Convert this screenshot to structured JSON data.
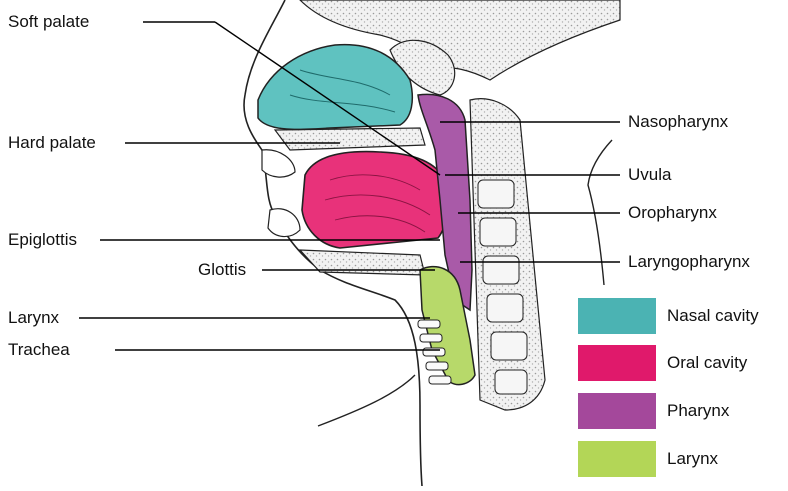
{
  "labels": {
    "soft_palate": "Soft palate",
    "hard_palate": "Hard palate",
    "epiglottis": "Epiglottis",
    "glottis": "Glottis",
    "larynx": "Larynx",
    "trachea": "Trachea",
    "nasopharynx": "Nasopharynx",
    "uvula": "Uvula",
    "oropharynx": "Oropharynx",
    "laryngopharynx": "Laryngopharynx"
  },
  "legend": [
    {
      "label": "Nasal cavity",
      "color": "#4bb3b3"
    },
    {
      "label": "Oral cavity",
      "color": "#e0196b"
    },
    {
      "label": "Pharynx",
      "color": "#a4489b"
    },
    {
      "label": "Larynx",
      "color": "#b3d657"
    }
  ],
  "colors": {
    "nasal_cavity": "#5fc2c0",
    "oral_cavity": "#e8327a",
    "pharynx": "#a95aa8",
    "larynx": "#b7d96a",
    "bone_stipple": "#d9d9d9",
    "outline": "#222222"
  }
}
